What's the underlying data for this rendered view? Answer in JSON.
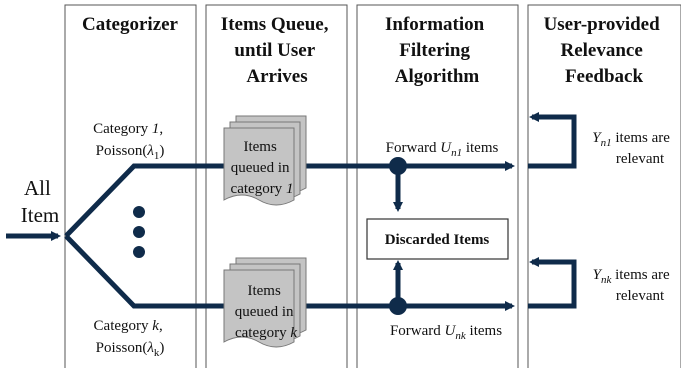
{
  "columns": {
    "categorizer": [
      "Categorizer"
    ],
    "queue": [
      "Items Queue,",
      "until User",
      "Arrives"
    ],
    "filtering": [
      "Information",
      "Filtering",
      "Algorithm"
    ],
    "feedback": [
      "User-provided",
      "Relevance",
      "Feedback"
    ]
  },
  "input_label": [
    "All",
    "Item"
  ],
  "category_top": {
    "name_prefix": "Category ",
    "index": "1",
    "name_suffix": ",",
    "dist_prefix": "Poisson(",
    "rate": "λ",
    "rate_sub": "1",
    "dist_suffix": ")"
  },
  "category_bottom": {
    "name_prefix": "Category ",
    "index": "k",
    "name_suffix": ",",
    "dist_prefix": "Poisson(",
    "rate": "λ",
    "rate_sub": "k",
    "dist_suffix": ")"
  },
  "queue_top": {
    "line1": "Items",
    "line2": "queued in",
    "line3_prefix": "category ",
    "line3_var": "1"
  },
  "queue_bottom": {
    "line1": "Items",
    "line2": "queued in",
    "line3_prefix": "category ",
    "line3_var": "k"
  },
  "forward_top": {
    "prefix": "Forward ",
    "var": "U",
    "sub": "n1",
    "suffix": " items"
  },
  "forward_bottom": {
    "prefix": "Forward ",
    "var": "U",
    "sub": "nk",
    "suffix": " items"
  },
  "discarded": "Discarded Items",
  "relevant_top": {
    "var": "Y",
    "sub": "n1",
    "line1_suffix": " items are",
    "line2": "relevant"
  },
  "relevant_bottom": {
    "var": "Y",
    "sub": "nk",
    "line1_suffix": " items are",
    "line2": "relevant"
  },
  "colors": {
    "flow": "#0f2b4a",
    "doc_fill": "#c4c4c4",
    "doc_stroke": "#777777",
    "border": "#555555"
  }
}
